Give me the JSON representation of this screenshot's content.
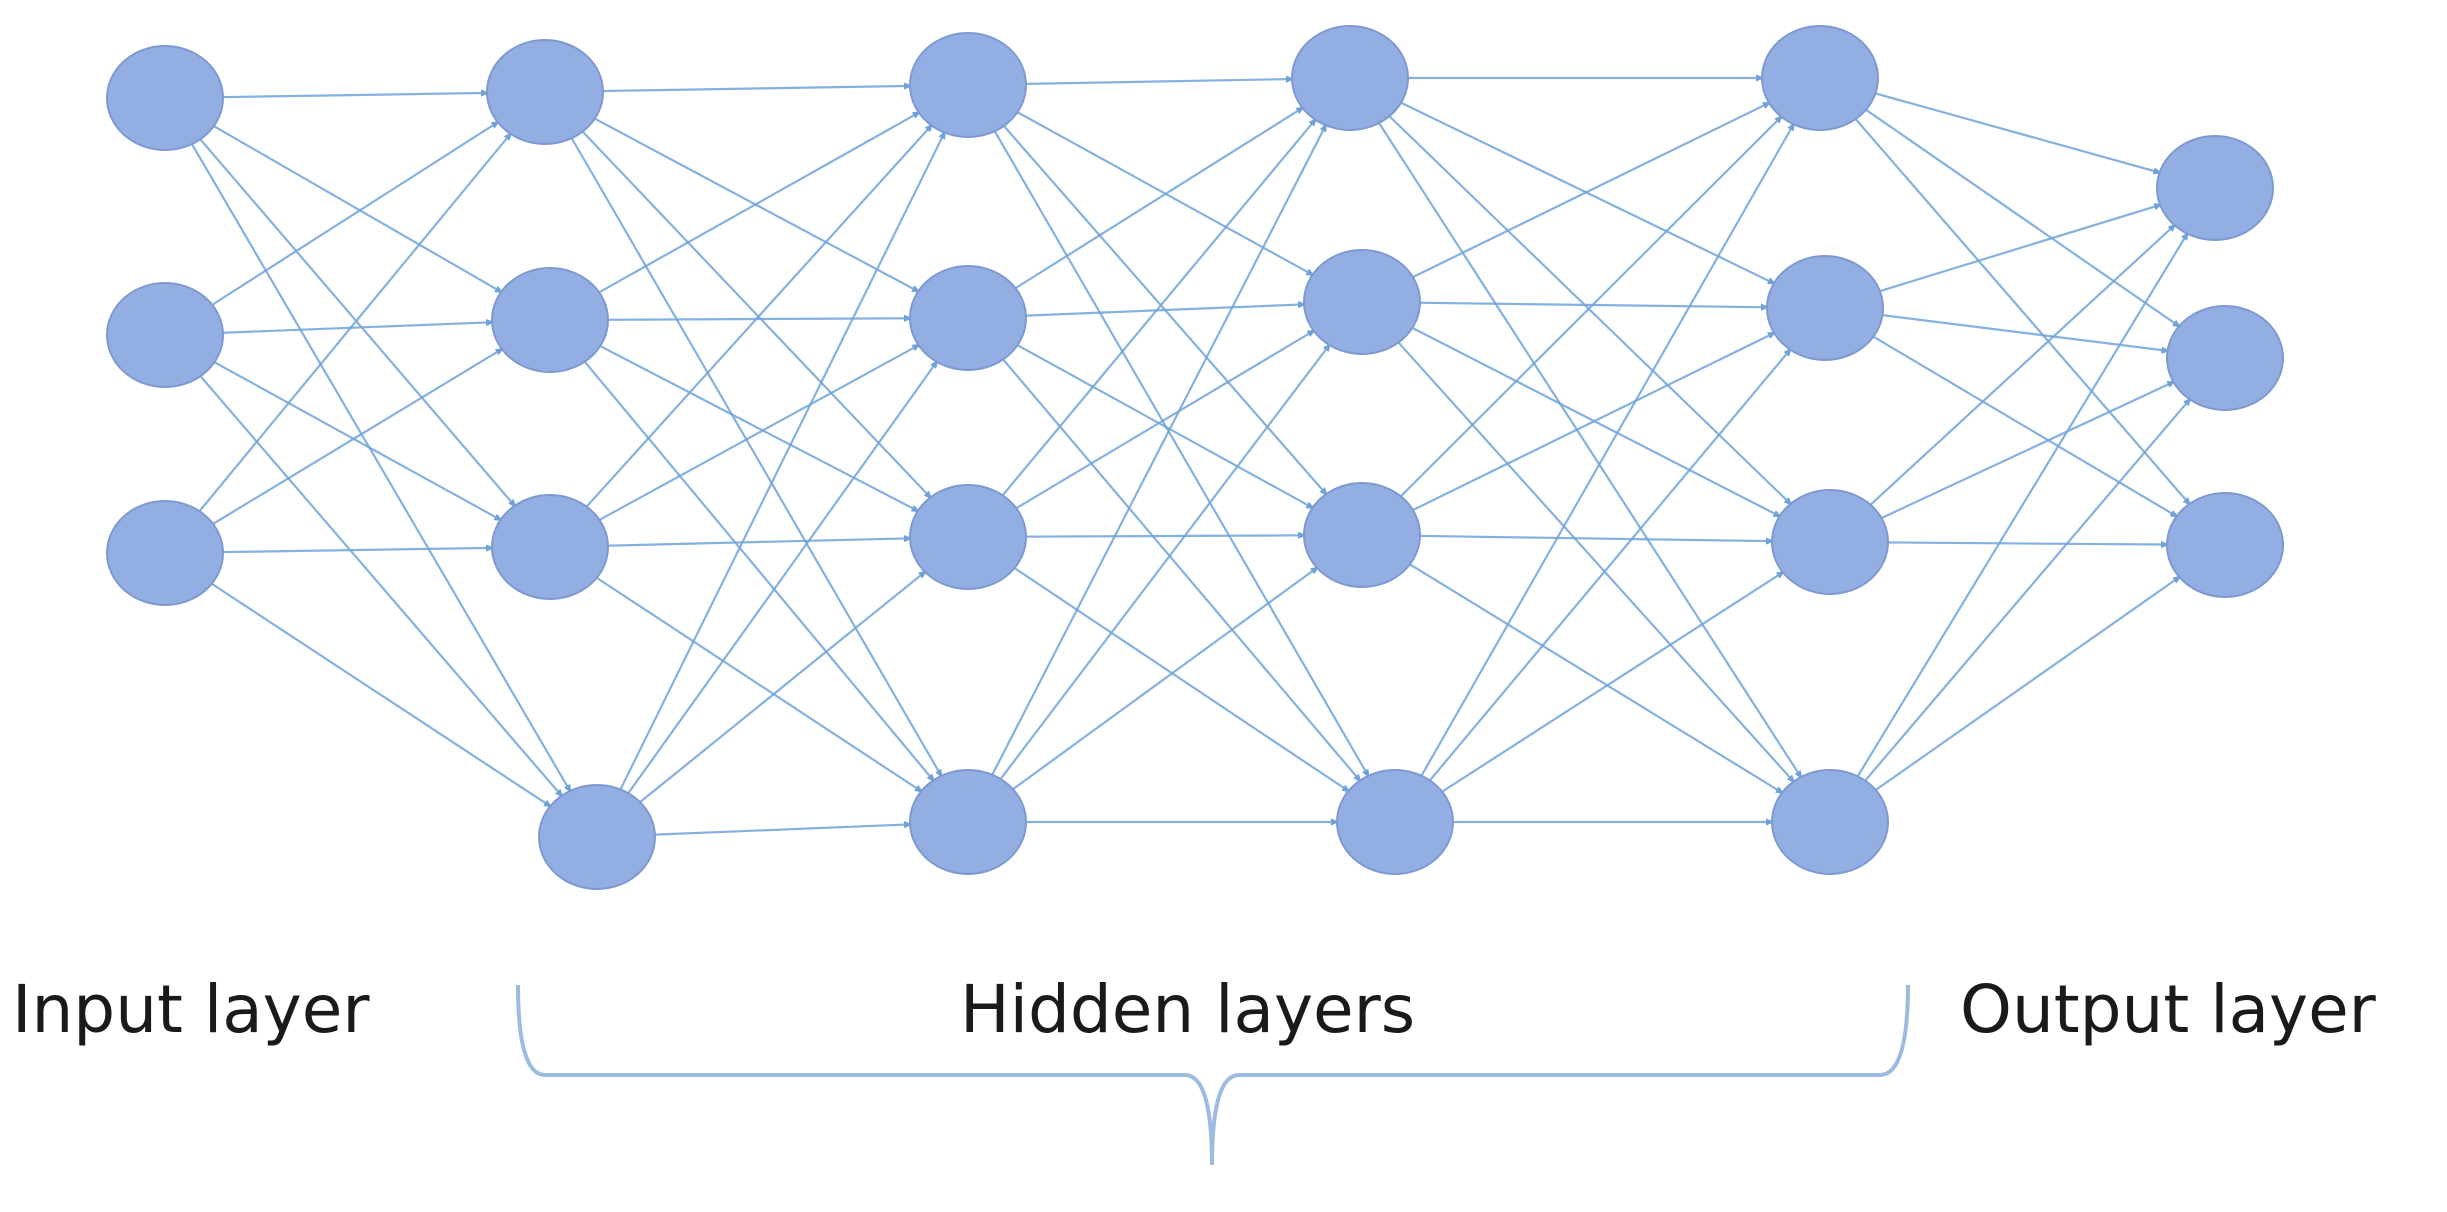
{
  "labels": {
    "input": "Input layer",
    "hidden": "Hidden layers",
    "output": "Output layer"
  },
  "network": {
    "layers": [
      {
        "role": "input",
        "nodes": 3
      },
      {
        "role": "hidden",
        "nodes": 4
      },
      {
        "role": "hidden",
        "nodes": 4
      },
      {
        "role": "hidden",
        "nodes": 4
      },
      {
        "role": "hidden",
        "nodes": 4
      },
      {
        "role": "output",
        "nodes": 3
      }
    ],
    "connectivity": "fully-connected"
  },
  "colors": {
    "node_fill": "#92aee2",
    "node_stroke": "#7e99cf",
    "edge": "#6fa3d8",
    "bracket": "#9dbbe0",
    "text": "#1a1a1a"
  }
}
